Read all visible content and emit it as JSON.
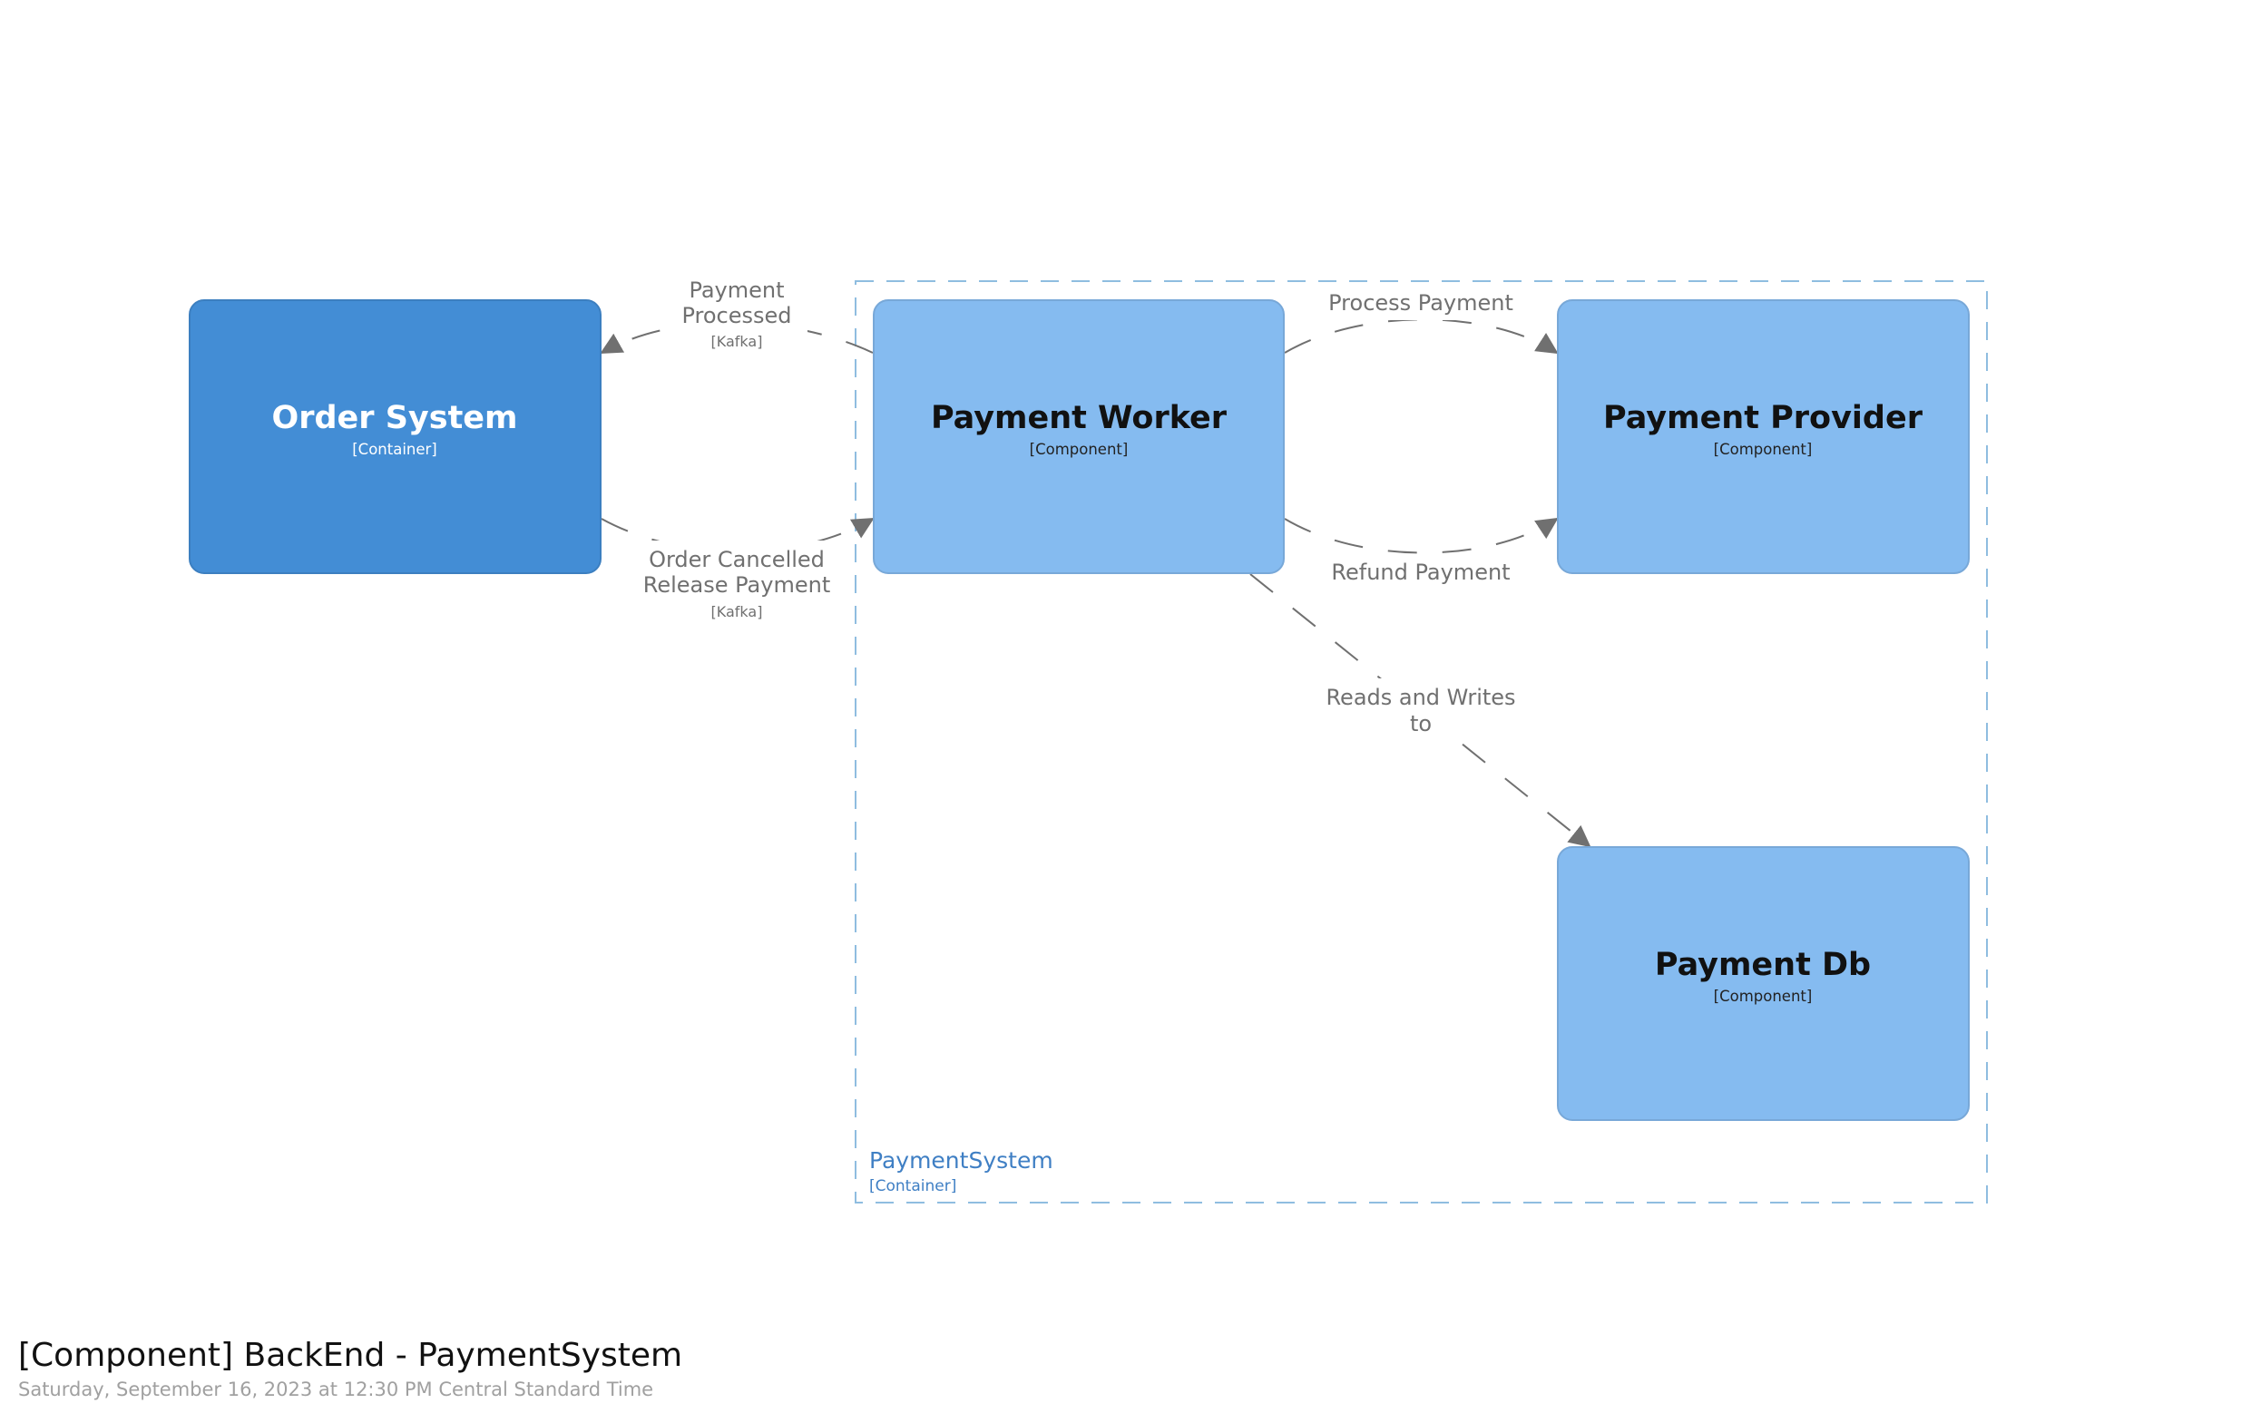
{
  "diagram": {
    "title": "[Component] BackEnd - PaymentSystem",
    "date": "Saturday, September 16, 2023 at 12:30 PM Central Standard Time",
    "colors": {
      "container_fill": "#438dd5",
      "container_border": "#3c7fc0",
      "component_fill": "#85bbf0",
      "component_border": "#78a8d8",
      "boundary_stroke": "#8fbde0",
      "boundary_text": "#3f7fc4",
      "edge": "#707070",
      "edge_label": "#707070"
    },
    "boundary": {
      "label": "PaymentSystem",
      "type": "[Container]"
    },
    "nodes": {
      "order_system": {
        "title": "Order System",
        "type": "[Container]"
      },
      "payment_worker": {
        "title": "Payment Worker",
        "type": "[Component]"
      },
      "payment_provider": {
        "title": "Payment Provider",
        "type": "[Component]"
      },
      "payment_db": {
        "title": "Payment Db",
        "type": "[Component]"
      }
    },
    "edges": {
      "payment_processed": {
        "line1": "Payment",
        "line2": "Processed",
        "tech": "[Kafka]"
      },
      "order_cancelled": {
        "line1": "Order Cancelled",
        "line2": "Release Payment",
        "tech": "[Kafka]"
      },
      "process_payment": {
        "line1": "Process Payment"
      },
      "refund_payment": {
        "line1": "Refund Payment"
      },
      "reads_writes": {
        "line1": "Reads and Writes",
        "line2": "to"
      }
    }
  }
}
